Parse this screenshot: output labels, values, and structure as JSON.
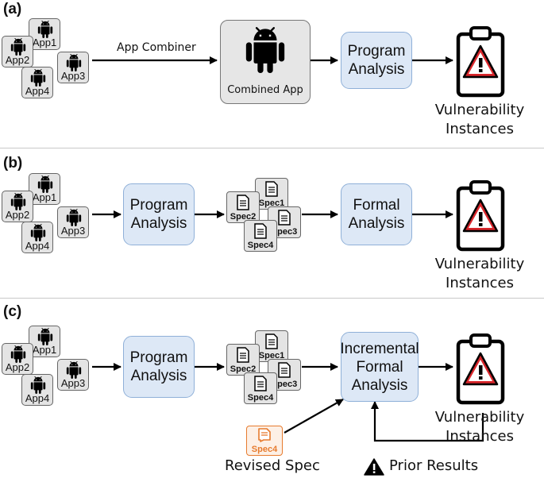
{
  "panels": [
    {
      "label": "(a)",
      "combiner": "App Combiner",
      "combined": "Combined App",
      "analysis": [
        "Program",
        "Analysis"
      ]
    },
    {
      "label": "(b)",
      "analysis": [
        "Program",
        "Analysis"
      ],
      "formal": [
        "Formal",
        "Analysis"
      ]
    },
    {
      "label": "(c)",
      "analysis": [
        "Program",
        "Analysis"
      ],
      "formal": [
        "Incremental",
        "Formal",
        "Analysis"
      ]
    }
  ],
  "apps": [
    "App1",
    "App2",
    "App3",
    "App4"
  ],
  "specs": [
    "Spec1",
    "Spec2",
    "Spec3",
    "Spec4"
  ],
  "output": [
    "Vulnerability",
    "Instances"
  ],
  "revised_spec": {
    "tag": "Spec4",
    "label": "Revised Spec"
  },
  "prior_results": "Prior Results",
  "colors": {
    "box_fill": "#dde8f6",
    "box_border": "#8fb0d8",
    "alert_red": "#d9262b",
    "spec_orange": "#e77b2e"
  }
}
